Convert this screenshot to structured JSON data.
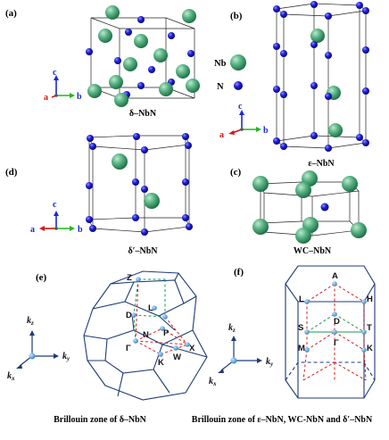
{
  "panels": {
    "a": {
      "letter": "(a)",
      "caption": "δ–NbN"
    },
    "b": {
      "letter": "(b)",
      "caption": "ε–NbN"
    },
    "c": {
      "letter": "(c)",
      "caption": "WC–NbN"
    },
    "d": {
      "letter": "(d)",
      "caption": "δ′–NbN"
    },
    "e": {
      "letter": "(e)",
      "caption": "Brillouin zone of δ–NbN"
    },
    "f": {
      "letter": "(f)",
      "caption": "Brillouin zone of ε–NbN, WC-NbN and δ′–NbN"
    }
  },
  "legend": {
    "nb": "Nb",
    "n": "N"
  },
  "axes": {
    "a": "a",
    "b": "b",
    "c": "c"
  },
  "bz_axes": {
    "kx": "k",
    "kx_sub": "x",
    "ky": "k",
    "ky_sub": "y",
    "kz": "k",
    "kz_sub": "z"
  },
  "fcc_points": {
    "Z": "Z",
    "D": "D",
    "L": "L",
    "N": "N",
    "P": "P",
    "G": "Γ",
    "K": "K",
    "W": "W",
    "X": "X"
  },
  "hex_points": {
    "A": "A",
    "L": "L",
    "H": "H",
    "S": "S",
    "D": "D",
    "T": "T",
    "M": "M",
    "G": "Γ",
    "K": "K"
  },
  "colors": {
    "nb": "#3a9a6a",
    "n": "#1414c8",
    "bz_edge": "#1f3a78",
    "path_red": "#d42020",
    "path_green": "#1a9a50",
    "point": "#4a90c8"
  }
}
